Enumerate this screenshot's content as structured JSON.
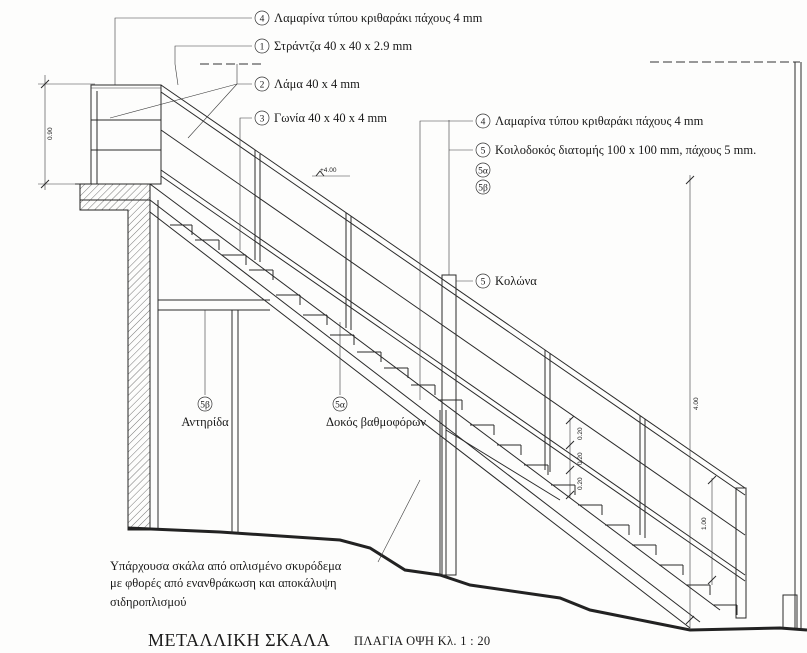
{
  "labels": {
    "l1": "Λαμαρίνα τύπου κριθαράκι πάχους 4 mm",
    "l2": "Στράντζα 40 x 40 x 2.9 mm",
    "l3": "Λάμα 40 x 4 mm",
    "l4": "Γωνία 40 x 40 x 4 mm",
    "l5": "Λαμαρίνα τύπου κριθαράκι πάχους 4 mm",
    "l6": "Κοιλοδοκός διατομής 100 x 100 mm, πάχους 5 mm.",
    "l7": "Κολώνα",
    "l8": "Αντηρίδα",
    "l9": "Δοκός βαθμοφόρων"
  },
  "markers": {
    "m1": "4",
    "m2": "1",
    "m3": "2",
    "m4": "3",
    "m5": "4",
    "m6": "5",
    "m7": "5α",
    "m8": "5β",
    "m9": "5",
    "m10": "5β",
    "m11": "5α"
  },
  "dimensions": {
    "level": "+4.00",
    "rail_height": "0.90",
    "total_height": "4.00",
    "step1": "0.20",
    "step2": "0.20",
    "step3": "0.20",
    "rail_low": "1.00"
  },
  "note": {
    "line1": "Υπάρχουσα σκάλα από οπλισμένο σκυρόδεμα",
    "line2": "με φθορές από ενανθράκωση και αποκάλυψη",
    "line3": "σιδηροπλισμού"
  },
  "title": {
    "main": "ΜΕΤΑΛΛΙΚΗ ΣΚΑΛΑ",
    "sub": "ΠΛΑΓΙΑ ΟΨΗ  Κλ. 1  :  20"
  }
}
